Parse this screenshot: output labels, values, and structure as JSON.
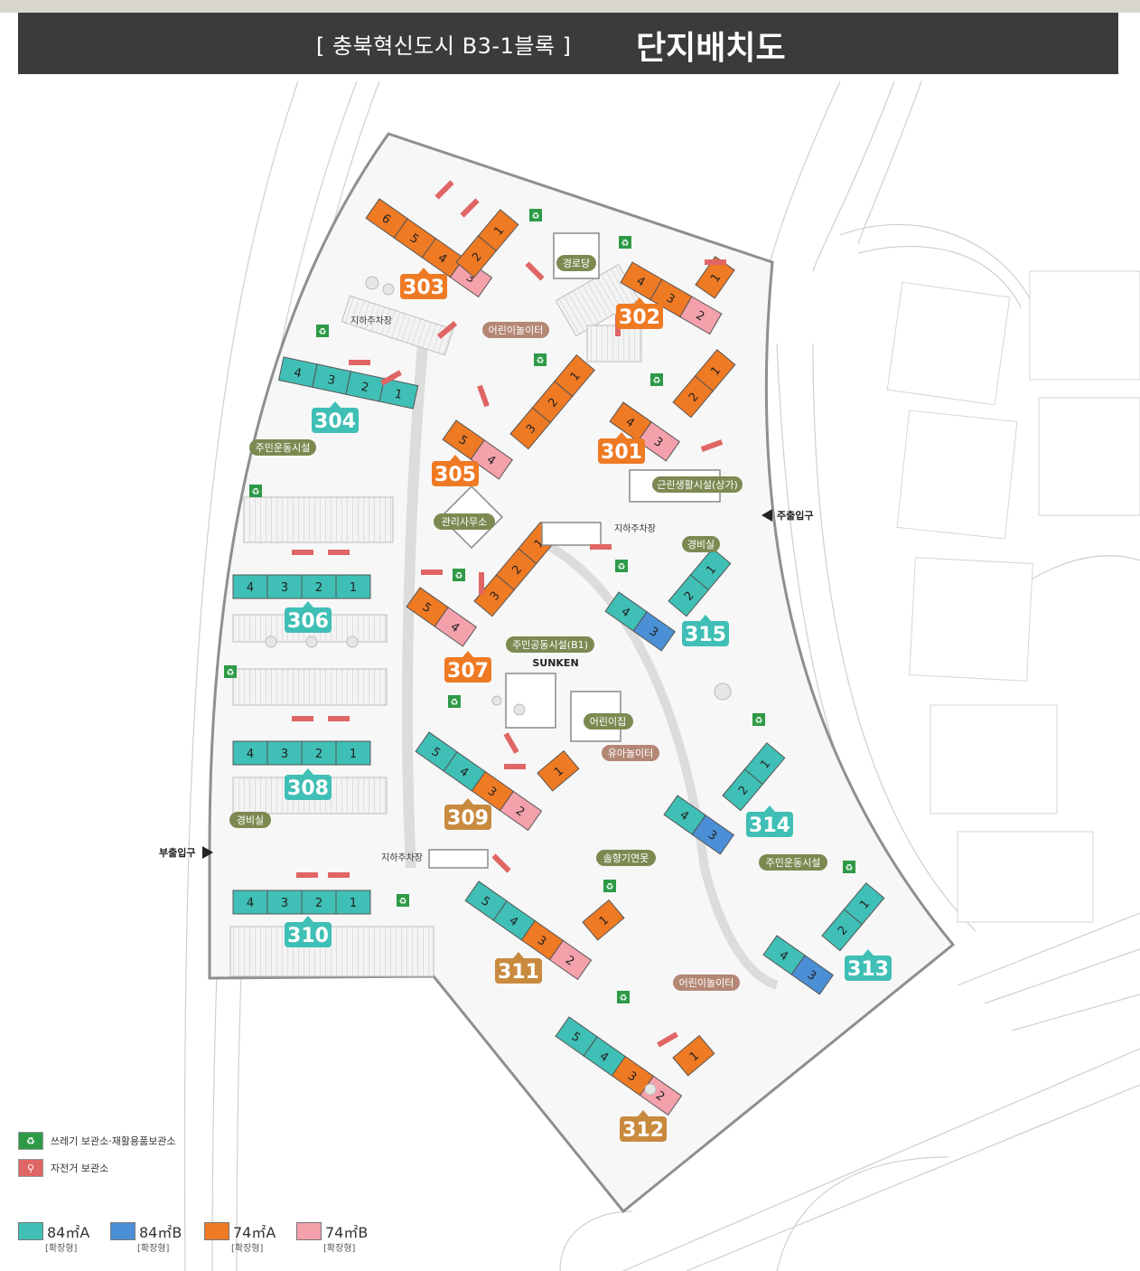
{
  "header": {
    "subtitle": "[ 충북혁신도시 B3-1블록 ]",
    "title": "단지배치도"
  },
  "colors": {
    "t84A": "#3fbfb5",
    "t84B": "#4b8fd6",
    "t74A": "#ef7a24",
    "t74B": "#f4a1ab",
    "facility_olive": "#7c8a52",
    "facility_rose": "#b48775",
    "recycle_green": "#2e9a47",
    "bike_red": "#e06565"
  },
  "dongs": {
    "d303": "303",
    "d302": "302",
    "d304": "304",
    "d305": "305",
    "d301": "301",
    "d306": "306",
    "d307": "307",
    "d315": "315",
    "d308": "308",
    "d309": "309",
    "d314": "314",
    "d310": "310",
    "d311": "311",
    "d313": "313",
    "d312": "312"
  },
  "facilities": {
    "senior_center": "경로당",
    "playground_1": "어린이놀이터",
    "resident_gym_1": "주민운동시설",
    "management_office": "관리사무소",
    "neighborhood_shops": "근린생활시설(상가)",
    "guard_1": "경비실",
    "community_b1": "주민공동시설(B1)",
    "sunken": "SUNKEN",
    "daycare": "어린이집",
    "toddler_play": "유아놀이터",
    "guard_2": "경비실",
    "pond": "솔향기연못",
    "resident_gym_2": "주민운동시설",
    "playground_2": "어린이놀이터"
  },
  "parking": {
    "p1": "지하주차장",
    "p2": "지하주차장",
    "p3": "지하주차장"
  },
  "entrances": {
    "main": "주출입구",
    "sub": "부출입구"
  },
  "legend": {
    "recycle": "쓰레기 보관소·재활용품보관소",
    "bike": "자전거 보관소",
    "types": [
      {
        "name": "84㎡A",
        "note": "[확장형]",
        "color": "#3fbfb5"
      },
      {
        "name": "84㎡B",
        "note": "[확장형]",
        "color": "#4b8fd6"
      },
      {
        "name": "74㎡A",
        "note": "[확장형]",
        "color": "#ef7a24"
      },
      {
        "name": "74㎡B",
        "note": "[확장형]",
        "color": "#f4a1ab"
      }
    ]
  }
}
